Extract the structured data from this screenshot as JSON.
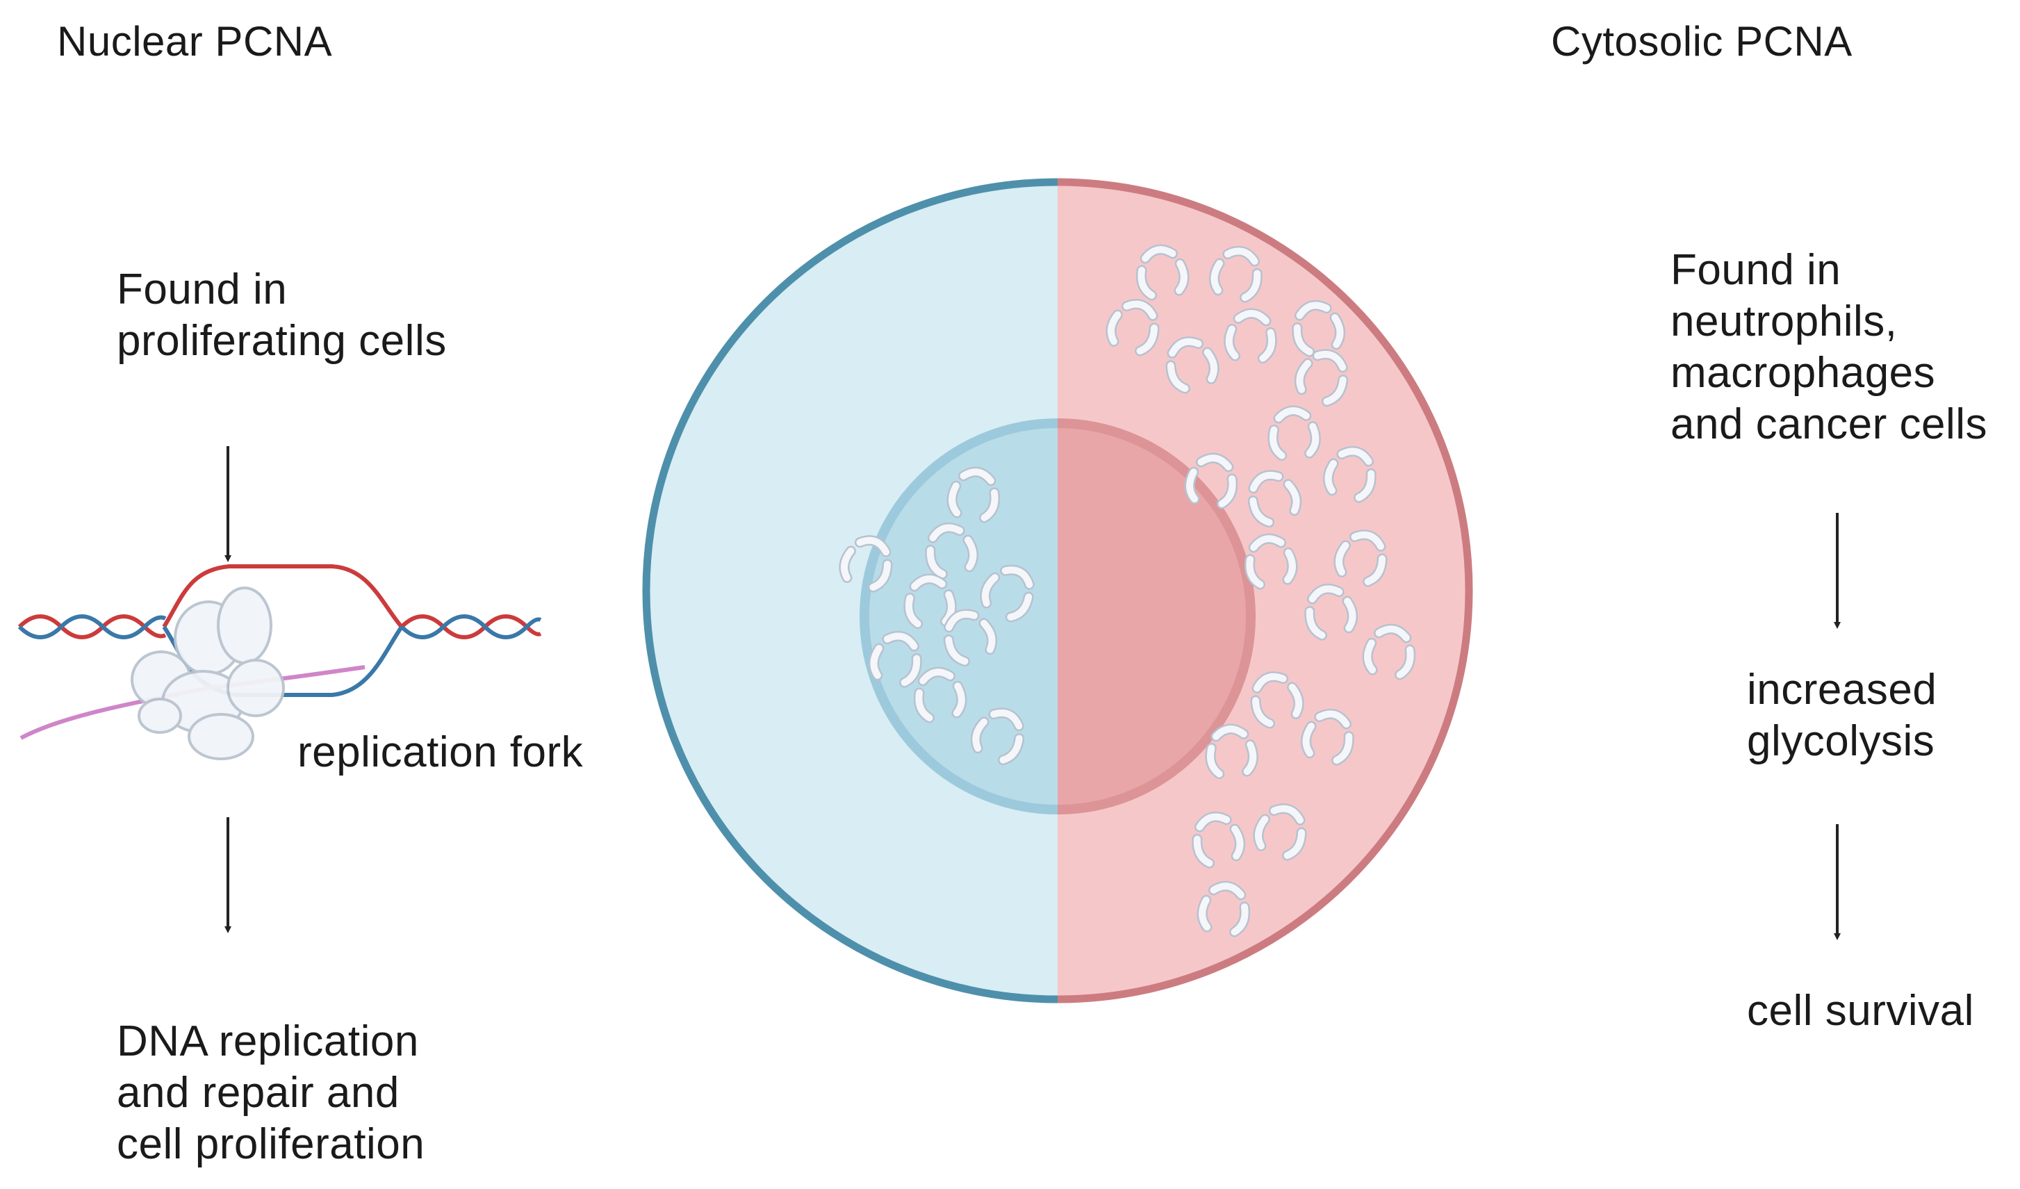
{
  "left": {
    "heading": "Nuclear PCNA",
    "found_in": "Found in\nproliferating cells",
    "fork_label": "replication fork",
    "outcome": "DNA replication\nand repair and\ncell proliferation"
  },
  "right": {
    "heading": "Cytosolic PCNA",
    "found_in": "Found in\nneutrophils,\nmacrophages\nand cancer cells",
    "step1": "increased\nglycolysis",
    "step2": "cell survival"
  },
  "colors": {
    "nuclear_fill": "#d8edf4",
    "nuclear_border": "#4e90ab",
    "nucleus_fill": "#b9dce9",
    "cytosolic_fill": "#f6c7c9",
    "cytosolic_border": "#cc7c80",
    "cyto_nucleus_fill": "#e9a6a8",
    "dna_red": "#cc3b3b",
    "dna_blue": "#3a78a8",
    "rna_pink": "#cf85c8",
    "pcna_white": "#f4f6fa"
  },
  "icons": [
    "pcna-ring-icon",
    "arrow-down-icon",
    "replication-fork-icon"
  ]
}
